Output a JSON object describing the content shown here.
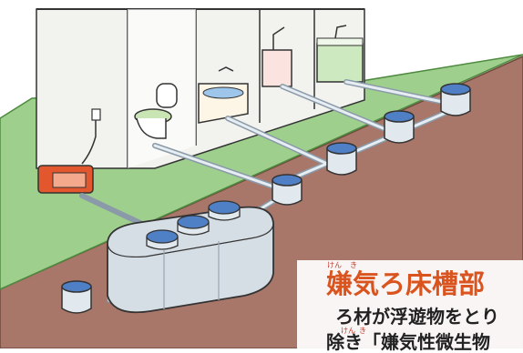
{
  "caption": {
    "title": "嫌気ろ床槽部",
    "title_ruby": [
      "けん",
      "き"
    ],
    "line1": "ろ材が浮遊物をとり",
    "line2": "除き「嫌気性微生物",
    "line2_ruby": [
      "けん",
      "き"
    ]
  },
  "colors": {
    "ground_brown": "#a8776a",
    "lawn_green": "#9fcf8d",
    "lawn_border": "#4e8a3f",
    "wall": "#f2f2ee",
    "pipe": "#d9e2ea",
    "water_blue": "#4f7fc4",
    "tank": "#d5dde5",
    "heater_red": "#e2572d",
    "caption_title": "#d9541e"
  },
  "icons": [
    "toilet-icon",
    "bathtub-icon",
    "laundry-sink-icon",
    "kitchen-sink-icon",
    "blower-icon",
    "septic-tank-icon",
    "manhole-icon"
  ]
}
